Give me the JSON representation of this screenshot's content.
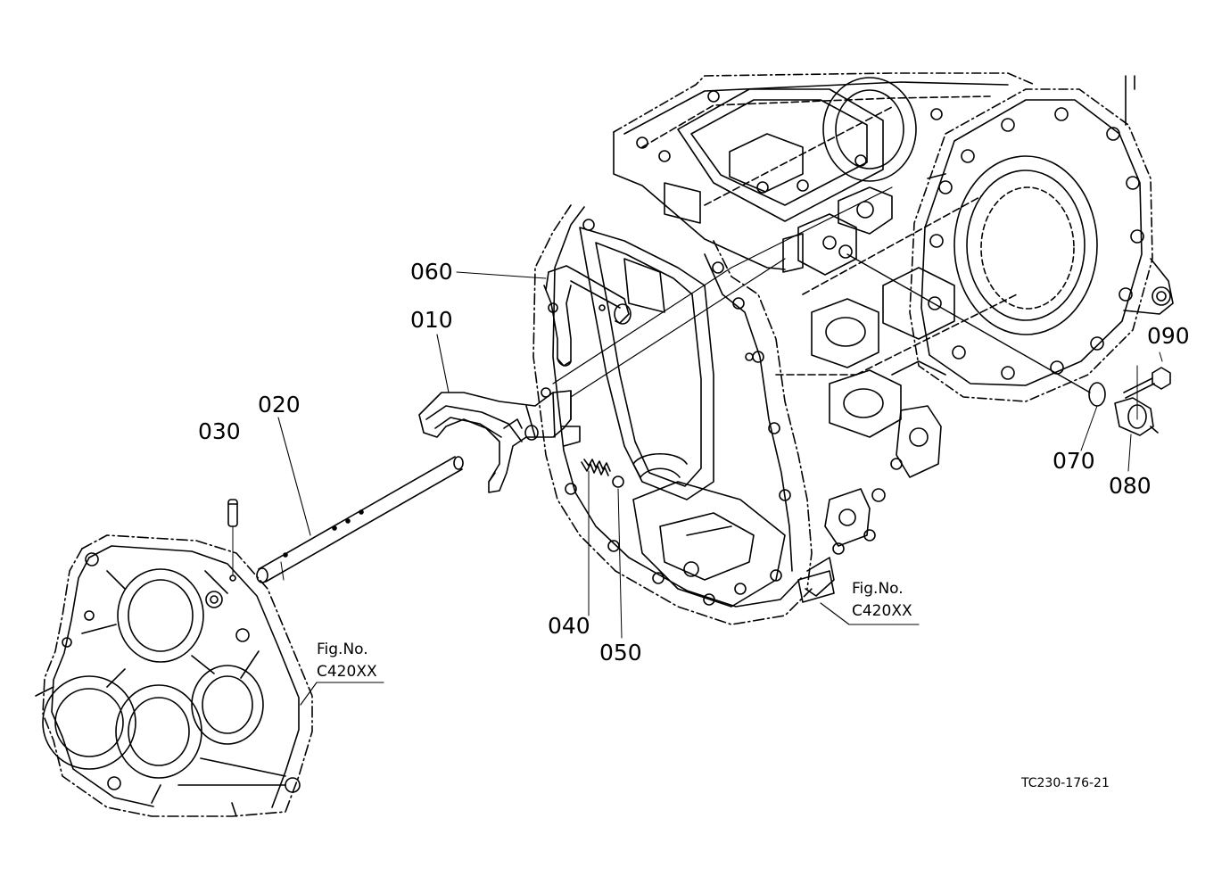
{
  "parts": [
    {
      "id": "p010",
      "number": "010"
    },
    {
      "id": "p020",
      "number": "020"
    },
    {
      "id": "p030",
      "number": "030"
    },
    {
      "id": "p040",
      "number": "040"
    },
    {
      "id": "p050",
      "number": "050"
    },
    {
      "id": "p060",
      "number": "060"
    },
    {
      "id": "p070",
      "number": "070"
    },
    {
      "id": "p080",
      "number": "080"
    },
    {
      "id": "p090",
      "number": "090"
    }
  ],
  "figure_refs": [
    {
      "line1": "Fig.No.",
      "line2": "C420XX"
    },
    {
      "line1": "Fig.No.",
      "line2": "C420XX"
    }
  ],
  "drawing_code": "TC230-176-21",
  "colors": {
    "ink": "#000000",
    "background": "#ffffff"
  }
}
